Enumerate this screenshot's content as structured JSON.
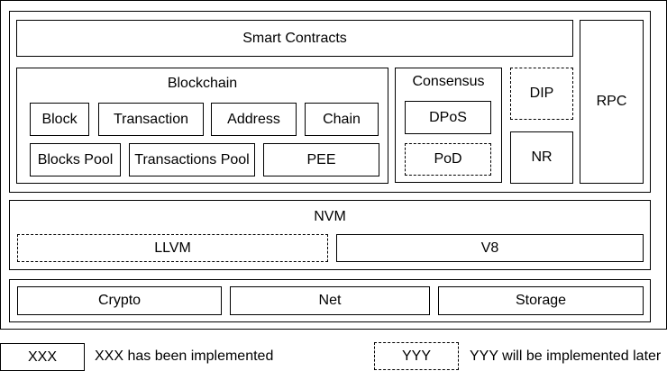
{
  "diagram": {
    "smart_contracts": "Smart Contracts",
    "blockchain": {
      "title": "Blockchain",
      "items": [
        "Block",
        "Transaction",
        "Address",
        "Chain",
        "Blocks Pool",
        "Transactions Pool",
        "PEE"
      ]
    },
    "consensus": {
      "title": "Consensus",
      "items": [
        "DPoS",
        "PoD"
      ]
    },
    "dip": "DIP",
    "nr": "NR",
    "rpc": "RPC",
    "nvm": {
      "title": "NVM",
      "items": [
        "LLVM",
        "V8"
      ]
    },
    "base": [
      "Crypto",
      "Net",
      "Storage"
    ]
  },
  "legend": {
    "implemented_box": "XXX",
    "implemented_text": "XXX has been implemented",
    "planned_box": "YYY",
    "planned_text": "YYY will be implemented later"
  }
}
